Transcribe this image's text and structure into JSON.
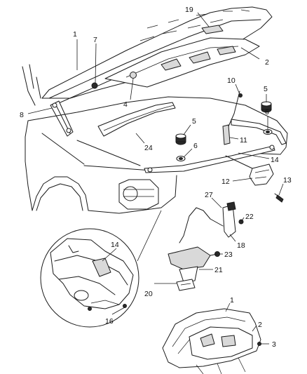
{
  "callouts": [
    {
      "id": "c1a",
      "label": "1"
    },
    {
      "id": "c7",
      "label": "7"
    },
    {
      "id": "c19",
      "label": "19"
    },
    {
      "id": "c2a",
      "label": "2"
    },
    {
      "id": "c4",
      "label": "4"
    },
    {
      "id": "c10",
      "label": "10"
    },
    {
      "id": "c5a",
      "label": "5"
    },
    {
      "id": "c6a",
      "label": "6"
    },
    {
      "id": "c8",
      "label": "8"
    },
    {
      "id": "c5b",
      "label": "5"
    },
    {
      "id": "c11",
      "label": "11"
    },
    {
      "id": "c24",
      "label": "24"
    },
    {
      "id": "c6b",
      "label": "6"
    },
    {
      "id": "c14a",
      "label": "14"
    },
    {
      "id": "c12",
      "label": "12"
    },
    {
      "id": "c13",
      "label": "13"
    },
    {
      "id": "c27",
      "label": "27"
    },
    {
      "id": "c22",
      "label": "22"
    },
    {
      "id": "c18",
      "label": "18"
    },
    {
      "id": "c14b",
      "label": "14"
    },
    {
      "id": "c23",
      "label": "23"
    },
    {
      "id": "c21",
      "label": "21"
    },
    {
      "id": "c20",
      "label": "20"
    },
    {
      "id": "c16",
      "label": "16"
    },
    {
      "id": "c1b",
      "label": "1"
    },
    {
      "id": "c2b",
      "label": "2"
    },
    {
      "id": "c3",
      "label": "3"
    }
  ]
}
